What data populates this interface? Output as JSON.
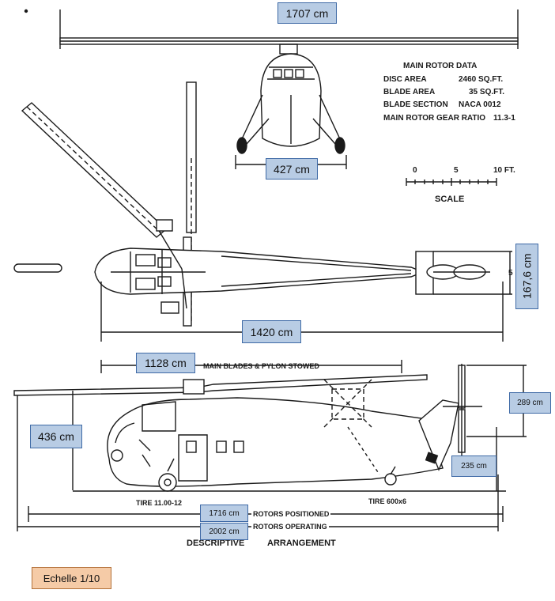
{
  "rotor_data": {
    "heading": "MAIN ROTOR DATA",
    "rows": [
      {
        "label": "DISC AREA",
        "value": "2460 SQ.FT."
      },
      {
        "label": "BLADE AREA",
        "value": "35 SQ.FT."
      },
      {
        "label": "BLADE SECTION",
        "value": "NACA 0012"
      },
      {
        "label": "MAIN ROTOR GEAR RATIO",
        "value": "11.3-1"
      }
    ]
  },
  "scale": {
    "ticks": [
      "0",
      "5",
      "10 FT."
    ],
    "label": "SCALE"
  },
  "drawing_labels": {
    "pylon_stowed": "MAIN BLADES & PYLON STOWED",
    "tire_main": "TIRE 11.00-12",
    "tire_tail": "TIRE 600x6",
    "rotors_positioned": "ROTORS POSITIONED",
    "rotors_operating": "ROTORS OPERATING",
    "arrangement_left": "DESCRIPTIVE",
    "arrangement_right": "ARRANGEMENT",
    "tail_mark": "5"
  },
  "dimensions": {
    "rotor_diameter": "1707 cm",
    "gear_width": "427 cm",
    "tail_width": "167,6 cm",
    "fuselage_length": "1420 cm",
    "stowed_length": "1128 cm",
    "height_overall": "436 cm",
    "tail_rotor_height": "289 cm",
    "tail_height": "235 cm",
    "length_positioned": "1716 cm",
    "length_operating": "2002 cm"
  },
  "caption": "Echelle 1/10",
  "colors": {
    "label_fill": "#b8cce4",
    "label_border": "#3f6aa6",
    "caption_fill": "#f5cba7",
    "ink": "#1a1a1a"
  }
}
